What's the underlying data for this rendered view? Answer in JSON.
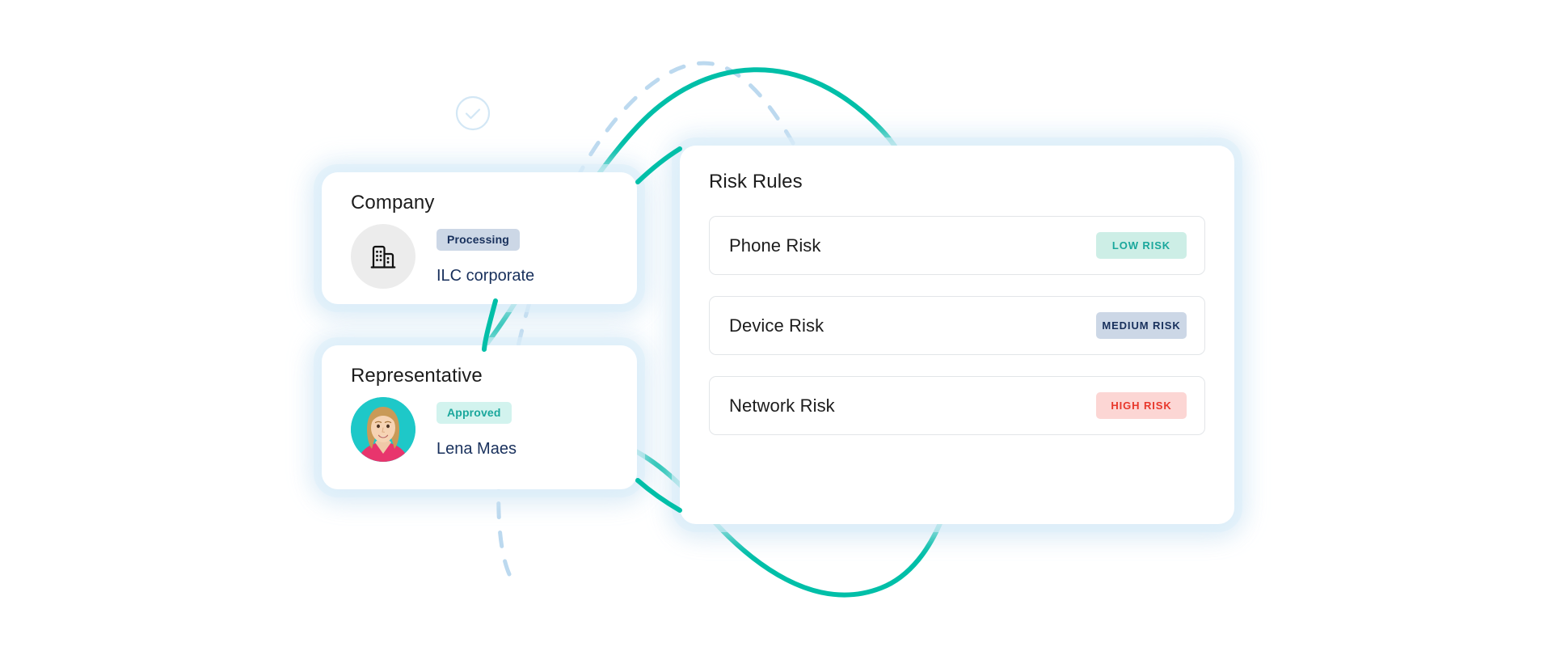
{
  "colors": {
    "teal": "#00bfa8",
    "light_blue_dash": "#bcd9ef",
    "check_circle": "#d3e7f5",
    "badge_blue_bg": "#ccd7e6",
    "badge_blue_text": "#18305c",
    "badge_mint_bg": "#d2f3ee",
    "badge_mint_text": "#1aa79c",
    "badge_low_bg": "#cdeee6",
    "badge_high_bg": "#fcd6d4",
    "badge_high_text": "#e8372b",
    "card_bg": "#ffffff",
    "page_bg": "#ffffff",
    "row_border": "#e2e5e8",
    "avatar_teal": "#1ec8c8",
    "avatar_gray": "#ececec"
  },
  "decor": {
    "check_icon": "check-circle-icon",
    "teal_curve": "teal-wave-curve",
    "dashed_curve": "dashed-wave-curve"
  },
  "company_card": {
    "title": "Company",
    "status_badge": "Processing",
    "name": "ILC corporate",
    "icon": "building-icon"
  },
  "representative_card": {
    "title": "Representative",
    "status_badge": "Approved",
    "name": "Lena Maes",
    "avatar": "person-avatar"
  },
  "risk_panel": {
    "title": "Risk Rules",
    "rows": [
      {
        "label": "Phone Risk",
        "badge": "LOW RISK",
        "level": "low"
      },
      {
        "label": "Device Risk",
        "badge": "MEDIUM RISK",
        "level": "medium"
      },
      {
        "label": "Network Risk",
        "badge": "HIGH RISK",
        "level": "high"
      }
    ]
  }
}
